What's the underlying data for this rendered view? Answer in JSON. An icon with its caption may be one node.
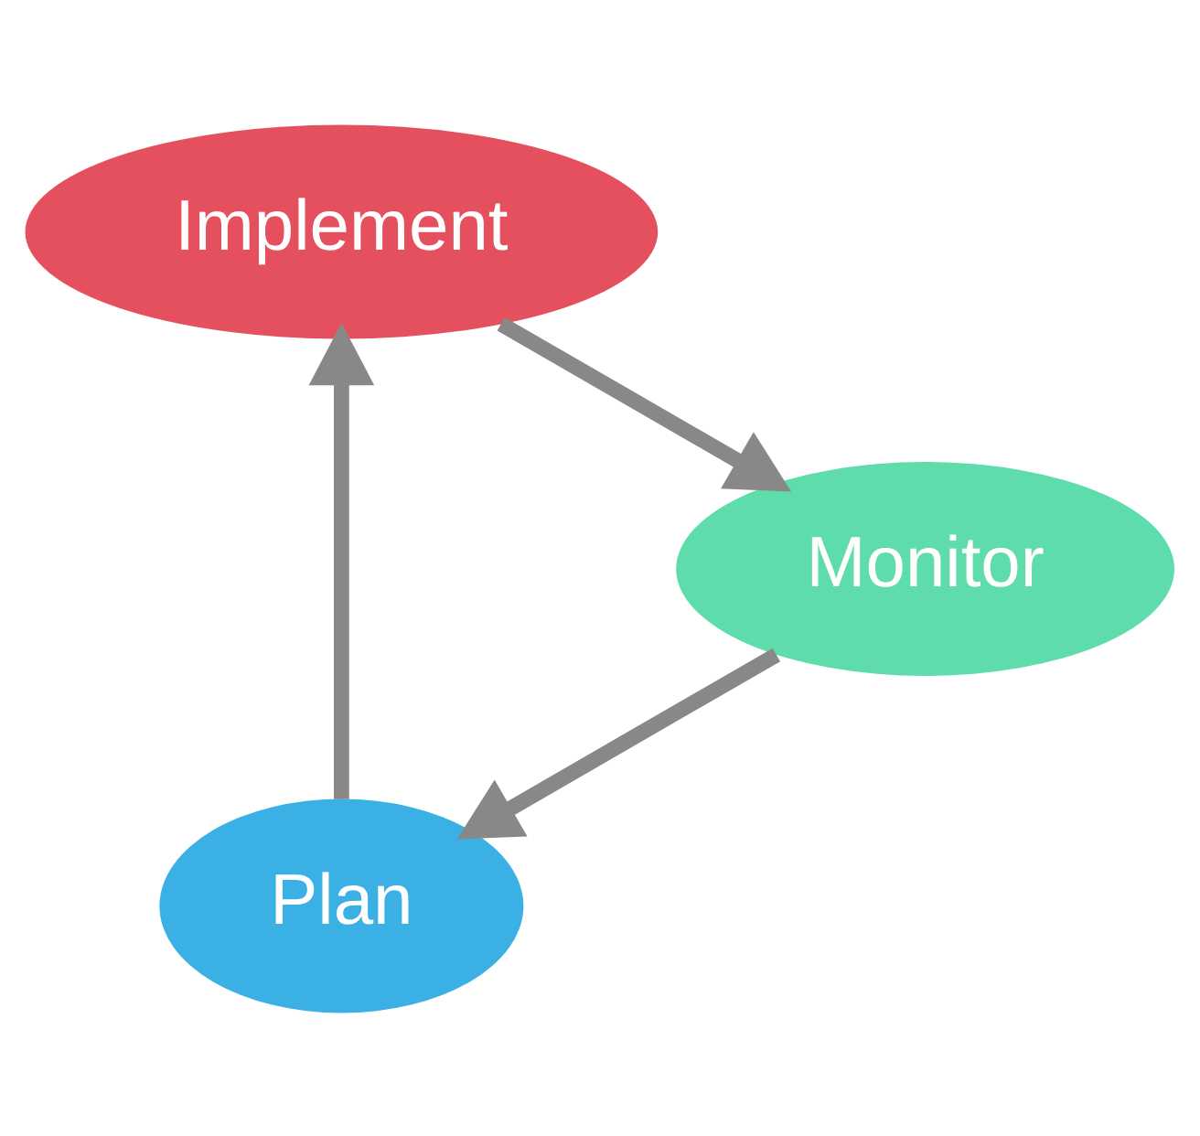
{
  "diagram": {
    "nodes": [
      {
        "text": [
          "Plan"
        ]
      },
      {
        "text": [
          "Implement"
        ]
      },
      {
        "text": [
          "Monitor"
        ]
      }
    ],
    "edges": [
      {
        "from": 0,
        "to": 1,
        "arrow": "to"
      },
      {
        "from": 1,
        "to": 2,
        "arrow": "to"
      },
      {
        "from": 2,
        "to": 0,
        "arrow": "to"
      }
    ]
  }
}
